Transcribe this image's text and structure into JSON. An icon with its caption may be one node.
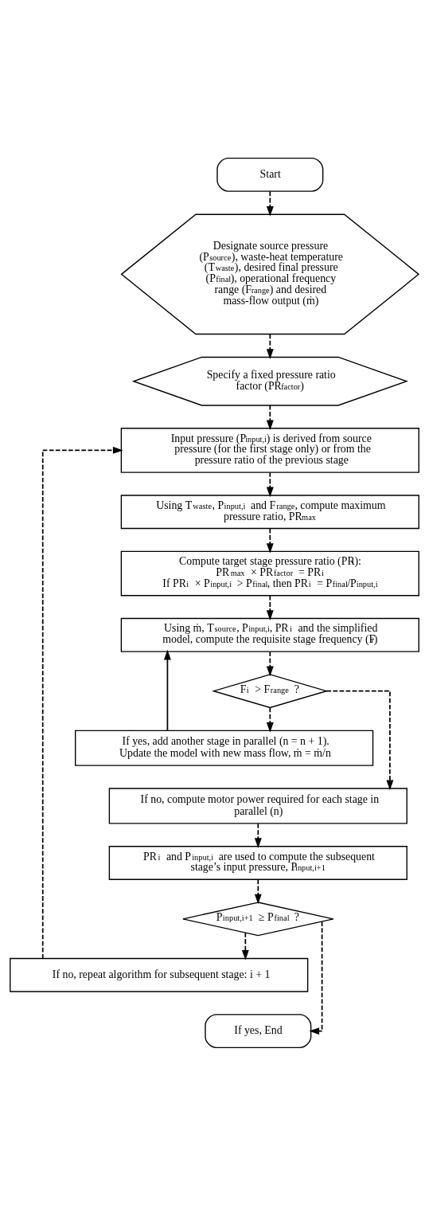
{
  "diagram": {
    "nodes": [
      {
        "text": [
          "Start"
        ]
      },
      {
        "text": [
          "Designate source pressure (P$_{source}$), waste-heat temperature (T$_{waste}$), desired final pressure (P$_{final}$), operational frequency range (F$_{range}$) and desired mass-flow output (ṁ)"
        ]
      },
      {
        "text": [
          "Specify a fixed pressure ratio factor (PR$_{factor}$)"
        ]
      },
      {
        "text": [
          "Input pressure (P$_{input,i}$) is derived from source pressure (for the first stage only) or from the pressure ratio of the previous stage"
        ]
      },
      {
        "text": [
          "Using T$_{waste}$, P$_{input,i}$ and F$_{range}$, compute maximum pressure ratio, PR$_{max}$"
        ]
      },
      {
        "text": [
          "Compute target stage pressure ratio (PR$_{i}$):",
          "PR$_{max}$ × PR$_{factor}$ = PR$_{i}$",
          "If PR$_{i}$ × P$_{input,i}$ > P$_{final}$, then PR$_{i}$ = P$_{final}$/P$_{input,i}$"
        ]
      },
      {
        "text": [
          "Using ṁ, T$_{source}$, P$_{input,i}$, PR$_{i}$ and the simplified model, compute the requisite stage frequency (F$_{i}$)"
        ]
      },
      {
        "text": [
          "F$_{i}$ > F$_{range}$ ?"
        ]
      },
      {
        "text": [
          "If yes, add another stage in parallel (n = n + 1). Update the model with new mass flow, ṁ = ṁ/n"
        ]
      },
      {
        "text": [
          "If no, compute motor power required for each stage in parallel (n)"
        ]
      },
      {
        "text": [
          "PR$_{i}$ and P$_{input,i}$ are used to compute the subsequent stage’s input pressure, P$_{input,i+1}$"
        ]
      },
      {
        "text": [
          "P$_{input,i+1}$ ≥ P$_{final}$ ?"
        ]
      },
      {
        "text": [
          "If no, repeat algorithm for subsequent stage: i + 1"
        ]
      },
      {
        "text": [
          "If yes, End"
        ]
      }
    ],
    "edges": [
      {
        "from": 0,
        "to": 1,
        "arrow": "to",
        "style": "dashed"
      },
      {
        "from": 1,
        "to": 2,
        "arrow": "to",
        "style": "dashed"
      },
      {
        "from": 2,
        "to": 3,
        "arrow": "to",
        "style": "dashed"
      },
      {
        "from": 3,
        "to": 4,
        "arrow": "to",
        "style": "dashed"
      },
      {
        "from": 4,
        "to": 5,
        "arrow": "to",
        "style": "dashed"
      },
      {
        "from": 5,
        "to": 6,
        "arrow": "to",
        "style": "dashed"
      },
      {
        "from": 6,
        "to": 7,
        "arrow": "to",
        "style": "dashed"
      },
      {
        "from": 7,
        "to": 8,
        "arrow": "to",
        "style": "dashed"
      },
      {
        "from": 7,
        "to": 9,
        "arrow": "to",
        "style": "dashed"
      },
      {
        "from": 8,
        "to": 6,
        "arrow": "to"
      },
      {
        "from": 9,
        "to": 10,
        "arrow": "to",
        "style": "dashed"
      },
      {
        "from": 10,
        "to": 11,
        "arrow": "to",
        "style": "dashed"
      },
      {
        "from": 11,
        "to": 12,
        "arrow": "to",
        "style": "dashed"
      },
      {
        "from": 11,
        "to": 13,
        "arrow": "to",
        "style": "dashed"
      },
      {
        "from": 12,
        "to": 3,
        "arrow": "to",
        "style": "dashed"
      }
    ]
  }
}
